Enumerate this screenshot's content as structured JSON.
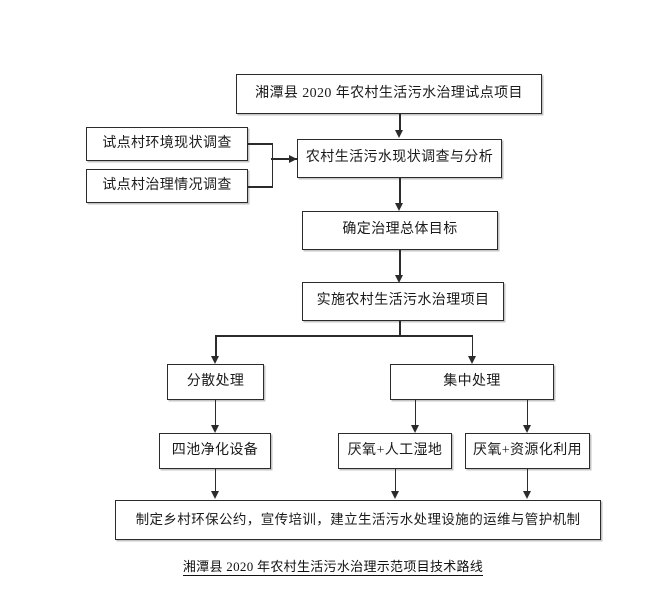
{
  "diagram": {
    "title_caption": "湘潭县 2020 年农村生活污水治理示范项目技术路线",
    "accent_color": "#2b2b2b",
    "background_color": "#ffffff",
    "nodes": {
      "project_title": "湘潭县 2020 年农村生活污水治理试点项目",
      "survey_environment": "试点村环境现状调查",
      "survey_treatment": "试点村治理情况调查",
      "analysis": "农村生活污水现状调查与分析",
      "overall_goal": "确定治理总体目标",
      "implement": "实施农村生活污水治理项目",
      "decentralized": "分散处理",
      "centralized": "集中处理",
      "four_pond": "四池净化设备",
      "anaerobic_wetland": "厌氧+人工湿地",
      "anaerobic_resource": "厌氧+资源化利用",
      "mechanism": "制定乡村环保公约，宣传培训，建立生活污水处理设施的运维与管护机制"
    }
  }
}
